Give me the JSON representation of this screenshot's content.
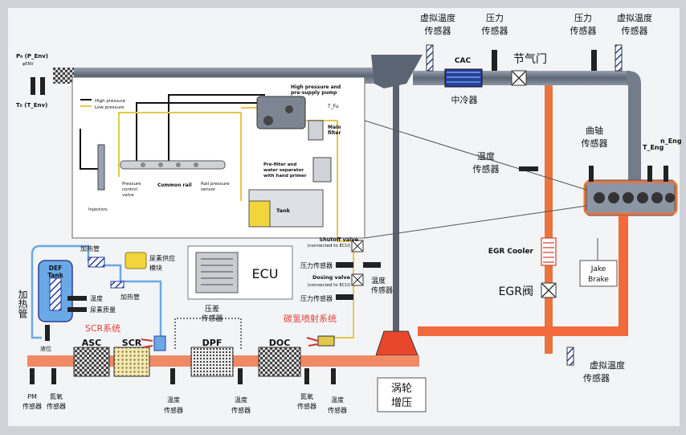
{
  "colors": {
    "background": "#cfd3d8",
    "board": "#f3f4f6",
    "intake_pipe": "#6f7887",
    "exhaust_pipe": "#f06a3c",
    "egr_pipe": "#e8743f",
    "fuel_line": "#e3c94a",
    "def_line": "#6aa9e6",
    "title_red": "#e2413a",
    "cooler_blue": "#2a3f9a",
    "tank_yellow": "#f2d53a"
  },
  "labels": {
    "p0_top": "P₀ (P_Env)",
    "p0_sub": "φENV",
    "t0": "T₀ (T_Env)",
    "virt_temp_1": [
      "虚拟温度",
      "传感器"
    ],
    "pressure_1": [
      "压力",
      "传感器"
    ],
    "pressure_2": [
      "压力",
      "传感器"
    ],
    "virt_temp_2": [
      "虚拟温度",
      "传感器"
    ],
    "cac": "CAC",
    "throttle": "节气门",
    "intercooler": "中冷器",
    "crank": [
      "曲轴",
      "传感器"
    ],
    "t_eng": "T_Eng",
    "n_eng": "n_Eng",
    "temp_mid": [
      "温度",
      "传感器"
    ],
    "egr_cooler": "EGR Cooler",
    "egr_valve": "EGR阀",
    "jake_brake": [
      "Jake",
      "Brake"
    ],
    "virt_temp_3": [
      "虚拟温度",
      "传感器"
    ],
    "turbo": [
      "涡轮",
      "增压"
    ],
    "ecu": "ECU",
    "shutoff_valve": "Shutoff valve",
    "shutoff_sub": "(connected to ECU)",
    "dosing_valve": "Dosing valve",
    "dosing_sub": "(connected to ECU)",
    "pressure_sensor_a": "压力传感器",
    "pressure_sensor_b": "压力传感器",
    "temp_side": [
      "温度",
      "传感器"
    ],
    "hc_system": "碳氢喷射系统",
    "scr_system": "SCR系统",
    "asc": "ASC",
    "scr": "SCR",
    "dpf": "DPF",
    "doc": "DOC",
    "diff_pressure": [
      "压差",
      "传感器"
    ],
    "pm_sensor": [
      "PM",
      "传感器"
    ],
    "nox_sensor_1": [
      "氮氧",
      "传感器"
    ],
    "temp_b1": [
      "温度",
      "传感器"
    ],
    "temp_b2": [
      "温度",
      "传感器"
    ],
    "nox_sensor_2": [
      "氮氧",
      "传感器"
    ],
    "temp_b3": [
      "温度",
      "传感器"
    ],
    "def_tank": [
      "DEF",
      "Tank"
    ],
    "heating_pipe_v": "加热管",
    "heating_pipe_top": "加热管",
    "heating_pipe_mid": "加热管",
    "urea_supply": [
      "尿素供应",
      "模块"
    ],
    "tank_temp": "温度",
    "urea_quality": "尿素质量",
    "level": "液位",
    "legend_high": "High pressure",
    "legend_low": "Low pressure",
    "hp_pump": [
      "High pressure and",
      "pre-supply pump"
    ],
    "tfu": "T_Fu",
    "main_filter": [
      "Main",
      "filter"
    ],
    "pre_filter": [
      "Pre-filter and",
      "water separator",
      "with hand primer"
    ],
    "tank": "Tank",
    "injectors": "Injectors",
    "pcv": [
      "Pressure",
      "control",
      "valve"
    ],
    "common_rail": "Common rail",
    "rail_sensor": [
      "Rail pressure",
      "sensor"
    ]
  }
}
